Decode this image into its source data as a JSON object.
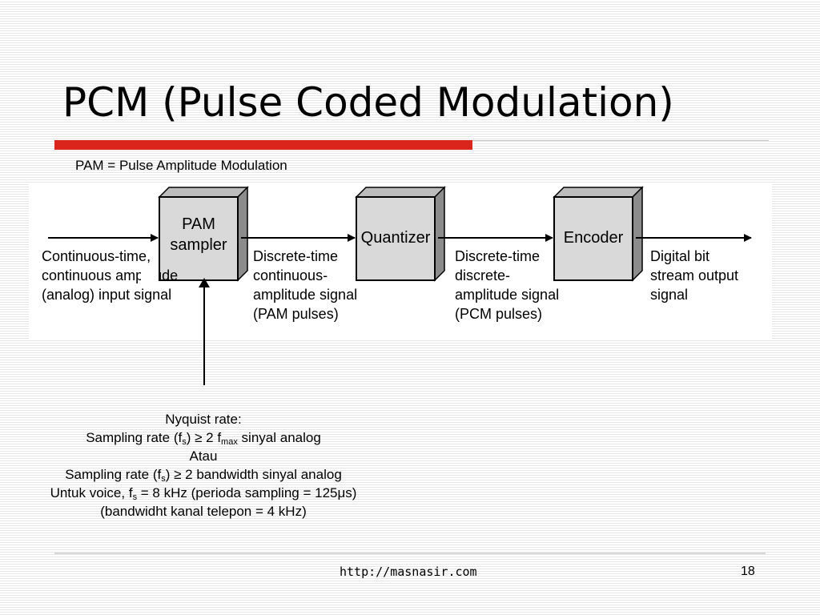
{
  "slide": {
    "title": "PCM (Pulse Coded Modulation)",
    "subtitle": "PAM = Pulse Amplitude Modulation"
  },
  "diagram": {
    "blocks": [
      {
        "lines": [
          "PAM",
          "sampler"
        ]
      },
      {
        "lines": [
          "Quantizer"
        ]
      },
      {
        "lines": [
          "Encoder"
        ]
      }
    ],
    "signals": [
      {
        "lines": [
          "Continuous-time,",
          "continuous amplitude",
          "(analog) input signal"
        ]
      },
      {
        "lines": [
          "Discrete-time",
          "continuous-",
          "amplitude signal",
          "(PAM pulses)"
        ]
      },
      {
        "lines": [
          "Discrete-time",
          "discrete-",
          "amplitude signal",
          "(PCM pulses)"
        ]
      },
      {
        "lines": [
          "Digital bit",
          "stream output",
          "signal"
        ]
      }
    ]
  },
  "notes": {
    "nyquist_heading": "Nyquist rate:",
    "rule1": {
      "prefix": "Sampling rate (f",
      "sub1": "s",
      "mid": ") ≥ 2 f",
      "sub2": "max",
      "suffix": " sinyal analog"
    },
    "or_word": "Atau",
    "rule2": {
      "prefix": "Sampling rate (f",
      "sub1": "s",
      "suffix": ") ≥ 2 bandwidth sinyal analog"
    },
    "rule3": {
      "prefix": "Untuk voice, f",
      "sub1": "s",
      "suffix": " = 8 kHz (perioda sampling = 125μs)"
    },
    "rule4": "(bandwidht kanal telepon = 4 kHz)"
  },
  "footer": {
    "url": "http://masnasir.com",
    "page_number": "18"
  },
  "colors": {
    "accent_red": "#d9251c",
    "block_fill": "#d9d9d9",
    "block_shadow": "#8c8c8c"
  }
}
